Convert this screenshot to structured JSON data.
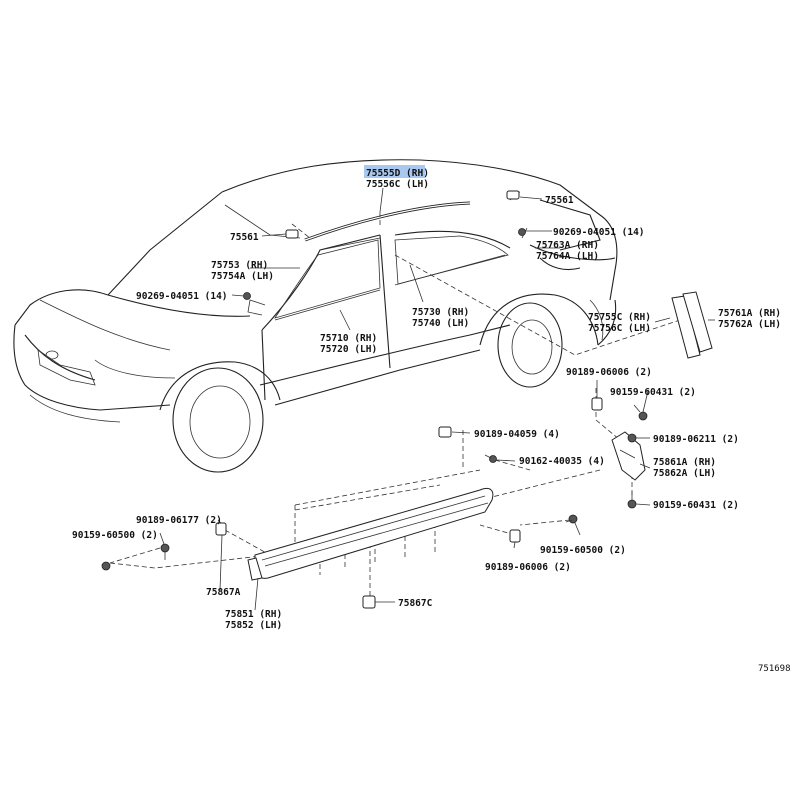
{
  "diagram_code": "751698",
  "highlight_color": "#a9c8f0",
  "labels": {
    "l75555d": "75555D (RH)",
    "l75556c": "75556C (LH)",
    "l75561_right": "75561",
    "l75561_left": "75561",
    "l90269_right": "90269-04051 (14)",
    "l75763a": "75763A (RH)",
    "l75764a": "75764A (LH)",
    "l75753": "75753 (RH)",
    "l75754a": "75754A (LH)",
    "l90269_left": "90269-04051 (14)",
    "l75730": "75730 (RH)",
    "l75740": "75740 (LH)",
    "l75710": "75710 (RH)",
    "l75720": "75720 (LH)",
    "l75755c": "75755C (RH)",
    "l75756c": "75756C (LH)",
    "l75761a": "75761A (RH)",
    "l75762a": "75762A (LH)",
    "l90189_06006_top": "90189-06006 (2)",
    "l90159_60431_top": "90159-60431 (2)",
    "l90189_04059": "90189-04059 (4)",
    "l90189_06211": "90189-06211 (2)",
    "l90162_40035": "90162-40035 (4)",
    "l75861a": "75861A (RH)",
    "l75862a": "75862A (LH)",
    "l90159_60431_bot": "90159-60431 (2)",
    "l90189_06177": "90189-06177 (2)",
    "l90159_60500_left": "90159-60500 (2)",
    "l90159_60500_right": "90159-60500 (2)",
    "l90189_06006_bot": "90189-06006 (2)",
    "l75867a": "75867A",
    "l75867c": "75867C",
    "l75851": "75851 (RH)",
    "l75852": "75852 (LH)"
  }
}
